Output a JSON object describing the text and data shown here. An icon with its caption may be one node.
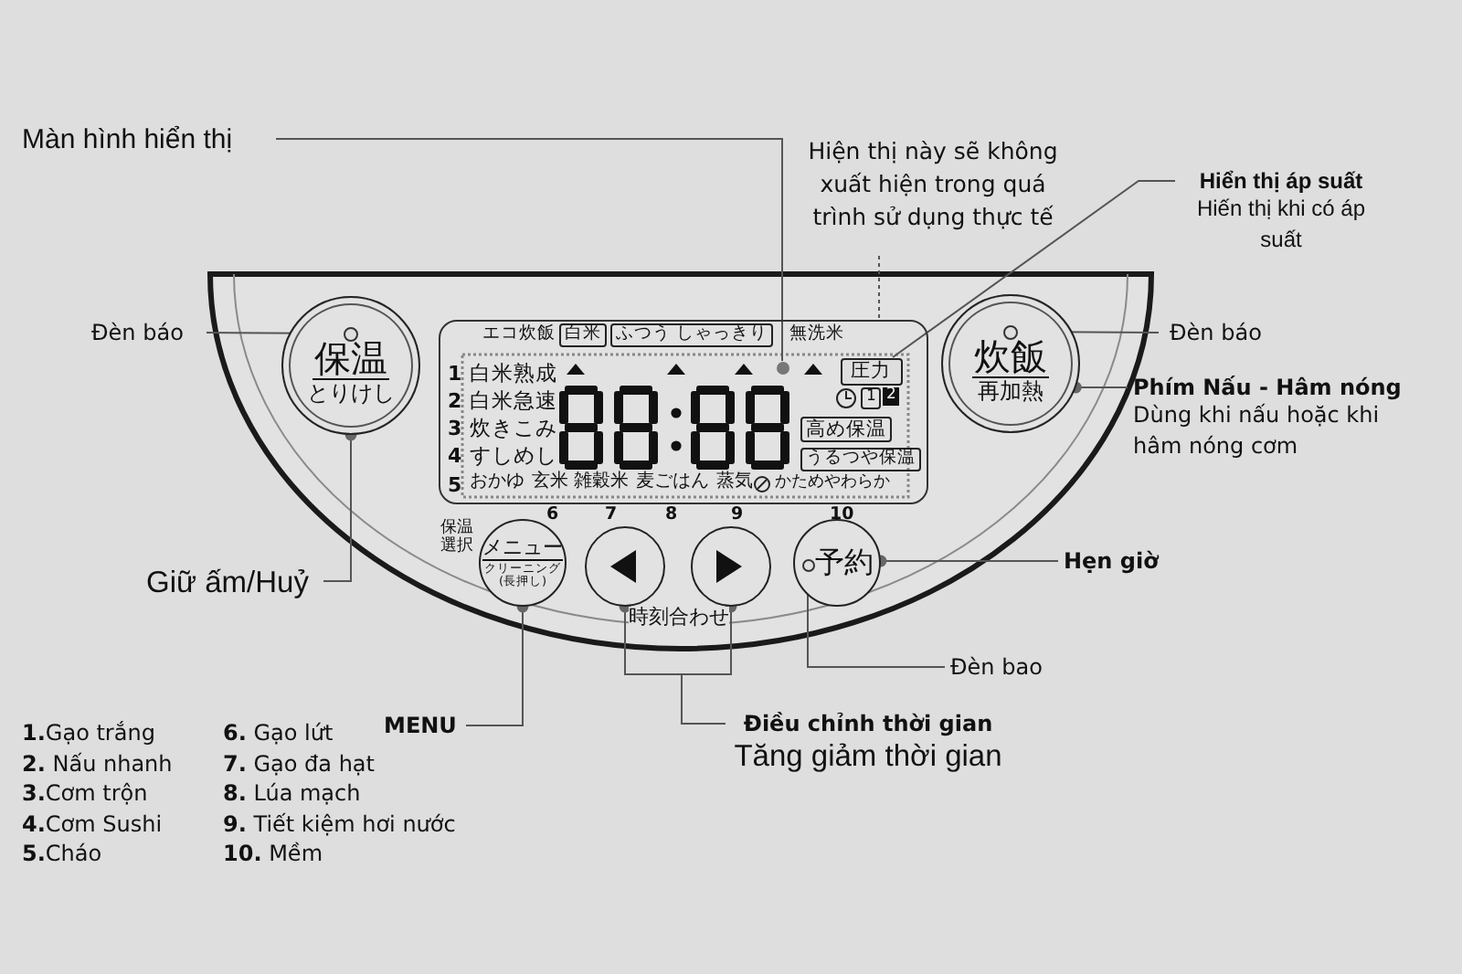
{
  "diagram": {
    "nodes": [
      {
        "text": [
          "Màn hình hiển thị"
        ]
      },
      {
        "text": [
          "Hiện thị này sẽ không xuất hiện trong quá trình sử dụng thực tế"
        ]
      },
      {
        "text": [],
        "shape": "box"
      },
      {
        "text": [],
        "shape": "circle",
        "in": 2
      },
      {
        "text": [
          "圧力"
        ],
        "in": 2
      },
      {
        "text": [
          "Hiển thị áp suất",
          "Hiến thị khi có áp suất"
        ]
      },
      {
        "text": [
          "Đèn báo"
        ]
      },
      {
        "text": [
          "保温",
          "とりけし"
        ]
      },
      {
        "text": [],
        "shape": "circle",
        "in": 7
      },
      {
        "text": [
          "Giữ ấm/Huỷ"
        ]
      },
      {
        "text": [
          "炊飯",
          "再加熱"
        ]
      },
      {
        "text": [],
        "shape": "circle",
        "in": 10
      },
      {
        "text": [
          "Đèn báo"
        ]
      },
      {
        "text": [
          "Phím Nấu - Hâm nóng",
          "Dùng khi nấu hoặc khi hâm nóng cơm"
        ]
      },
      {
        "text": [
          "メニュー",
          "クリーニング",
          "(長押し)"
        ],
        "beside": [
          "保温選択"
        ]
      },
      {
        "text": [
          "MENU"
        ]
      },
      {
        "text": [],
        "shape": "circle"
      },
      {
        "text": [],
        "shape": "circle"
      },
      {
        "text": [
          "Điều chỉnh thời gian",
          "Tăng giảm thời gian"
        ]
      },
      {
        "text": [
          "予約"
        ]
      },
      {
        "text": [],
        "shape": "circle",
        "in": 19
      },
      {
        "text": [
          "Hẹn giờ"
        ]
      },
      {
        "text": [
          "Đèn bao"
        ]
      }
    ],
    "edges": [
      {
        "from": 0,
        "to": 3,
        "arrow": "none"
      },
      {
        "from": 1,
        "to": 2,
        "arrow": "none",
        "style": "dashed"
      },
      {
        "from": 5,
        "to": 4,
        "arrow": "none"
      },
      {
        "from": 6,
        "to": 8,
        "arrow": "none"
      },
      {
        "from": 9,
        "to": 7,
        "arrow": "other"
      },
      {
        "from": 12,
        "to": 11,
        "arrow": "none"
      },
      {
        "from": 13,
        "to": 10,
        "arrow": "other"
      },
      {
        "from": 15,
        "to": 14,
        "arrow": "other"
      },
      {
        "from": 18,
        "to": 16,
        "arrow": "other"
      },
      {
        "from": 18,
        "to": 17,
        "arrow": "other"
      },
      {
        "from": 21,
        "to": 19,
        "arrow": "other"
      },
      {
        "from": 22,
        "to": 20,
        "arrow": "none"
      }
    ],
    "labels": [
      "エコ炊飯",
      "白米",
      "ふつう しゃっきり",
      "無洗米",
      "1",
      "白米熟成",
      "2",
      "白米急速",
      "1",
      "2",
      "3",
      "炊きこみ",
      "高め保温",
      "4",
      "すしめし",
      "うるつや保温",
      "5",
      "おかゆ",
      "玄米",
      "雑穀米",
      "麦ごはん",
      "蒸気",
      "かためやわらか",
      "6",
      "7",
      "8",
      "9",
      "10",
      "時刻合わせ",
      "**1.**Gạo trắng",
      "**2.** Nấu nhanh",
      "**3.**Cơm trộn",
      "**4.**Cơm Sushi",
      "**5.**Cháo",
      "**6.** Gạo lứt",
      "**7.** Gạo đa hạt",
      "**8.** Lúa mạch",
      "**9.** Tiết kiệm hơi nước",
      "**10.** Mềm"
    ]
  }
}
